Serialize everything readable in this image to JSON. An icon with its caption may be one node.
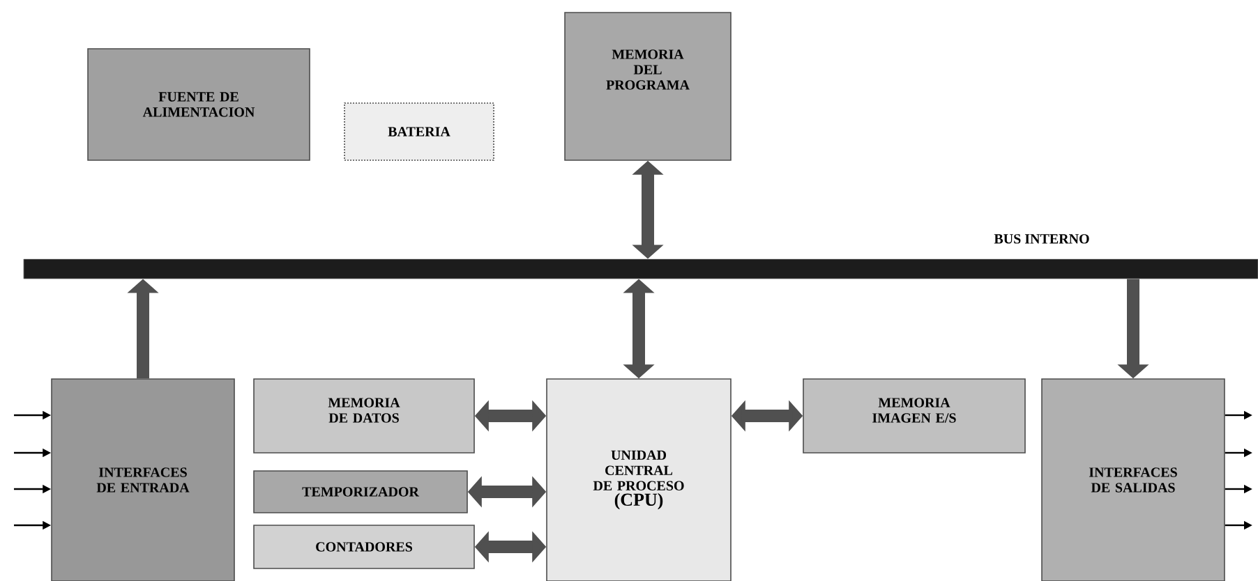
{
  "diagram": {
    "nodes": [
      {
        "text": [
          "FUENTE DE ALIMENTACION"
        ]
      },
      {
        "text": [
          "BATERIA"
        ]
      },
      {
        "text": [
          "MEMORIA DEL PROGRAMA"
        ]
      },
      {
        "text": [
          "BUS INTERNO"
        ]
      },
      {
        "text": [
          "INTERFACES DE ENTRADA"
        ]
      },
      {
        "text": [
          "MEMORIA DE DATOS"
        ]
      },
      {
        "text": [
          "TEMPORIZADOR"
        ]
      },
      {
        "text": [
          "CONTADORES"
        ]
      },
      {
        "text": [
          "UNIDAD CENTRAL DE PROCESO",
          "(CPU)"
        ]
      },
      {
        "text": [
          "MEMORIA IMAGEN E/S"
        ]
      },
      {
        "text": [
          "INTERFACES DE SALIDAS"
        ]
      }
    ],
    "edges": [
      {
        "from": 2,
        "to": 3,
        "arrow": "both",
        "style": "thick",
        "color": "#505050"
      },
      {
        "from": 4,
        "to": 3,
        "arrow": "to",
        "style": "thick",
        "color": "#505050"
      },
      {
        "from": 3,
        "to": 8,
        "arrow": "both",
        "style": "thick",
        "color": "#505050"
      },
      {
        "from": 3,
        "to": 10,
        "arrow": "to",
        "style": "thick",
        "color": "#505050"
      },
      {
        "from": 5,
        "to": 8,
        "arrow": "both",
        "style": "thick",
        "color": "#505050"
      },
      {
        "from": 6,
        "to": 8,
        "arrow": "both",
        "style": "thick",
        "color": "#505050"
      },
      {
        "from": 7,
        "to": 8,
        "arrow": "both",
        "style": "thick",
        "color": "#505050"
      },
      {
        "from": 8,
        "to": 9,
        "arrow": "both",
        "style": "thick",
        "color": "#505050"
      },
      {
        "from": null,
        "to": 4,
        "arrow": "to"
      },
      {
        "from": null,
        "to": 4,
        "arrow": "to"
      },
      {
        "from": null,
        "to": 4,
        "arrow": "to"
      },
      {
        "from": null,
        "to": 4,
        "arrow": "to"
      },
      {
        "from": 10,
        "to": null,
        "arrow": "to"
      },
      {
        "from": 10,
        "to": null,
        "arrow": "to"
      },
      {
        "from": 10,
        "to": null,
        "arrow": "to"
      },
      {
        "from": 10,
        "to": null,
        "arrow": "to"
      }
    ]
  }
}
